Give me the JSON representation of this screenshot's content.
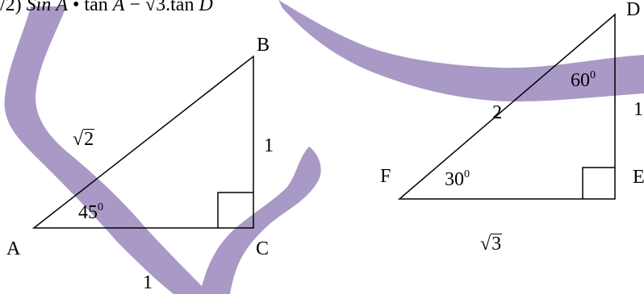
{
  "formula": {
    "prefix": "/2)",
    "sin": "Sin",
    "a1": "A",
    "bullet": "•",
    "tan1": "tan",
    "a2": "A",
    "minus": "−",
    "sqrt_arg": "3",
    "dot": ".",
    "tan2": "tan",
    "d": "D"
  },
  "triangle_abc": {
    "vertex_a": "A",
    "vertex_b": "B",
    "vertex_c": "C",
    "hypotenuse_arg": "2",
    "side_bc": "1",
    "side_ac": "1",
    "angle_value": "45",
    "angle_unit": "0"
  },
  "triangle_def": {
    "vertex_d": "D",
    "vertex_e": "E",
    "vertex_f": "F",
    "hypotenuse": "2",
    "side_de": "1",
    "side_fe_arg": "3",
    "angle_f_value": "30",
    "angle_f_unit": "0",
    "angle_d_value": "60",
    "angle_d_unit": "0"
  },
  "colors": {
    "marker": "#a899c6",
    "line": "#000000"
  }
}
